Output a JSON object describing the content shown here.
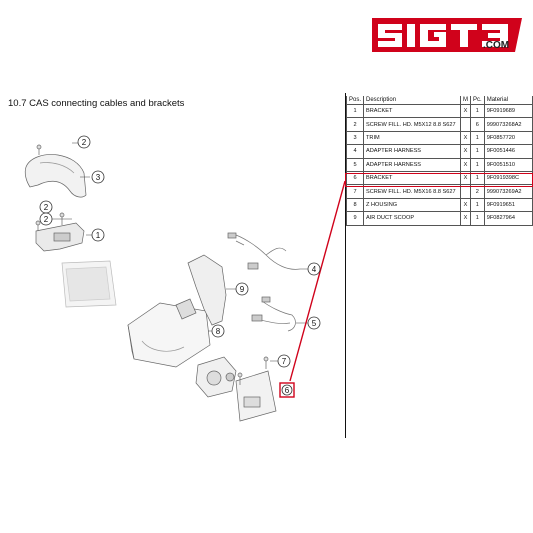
{
  "brand": {
    "logo_text": "SIGT3",
    "domain": ".COM",
    "accent": "#d0021b"
  },
  "section": {
    "title": "10.7  CAS connecting cables and brackets"
  },
  "table": {
    "headers": {
      "pos": "Pos.",
      "desc": "Description",
      "m": "M",
      "pc": "Pc.",
      "mat": "Material"
    },
    "rows": [
      {
        "pos": "1",
        "desc": "BRACKET",
        "m": "X",
        "pc": "1",
        "mat": "9F0919689"
      },
      {
        "pos": "2",
        "desc": "SCREW FILL. HD. M5X12 8.8 S627",
        "m": "",
        "pc": "6",
        "mat": "999073268A2"
      },
      {
        "pos": "3",
        "desc": "TRIM",
        "m": "X",
        "pc": "1",
        "mat": "9F0857720"
      },
      {
        "pos": "4",
        "desc": "ADAPTER HARNESS",
        "m": "X",
        "pc": "1",
        "mat": "9F0051446"
      },
      {
        "pos": "5",
        "desc": "ADAPTER HARNESS",
        "m": "X",
        "pc": "1",
        "mat": "9F0051510"
      },
      {
        "pos": "6",
        "desc": "BRACKET",
        "m": "X",
        "pc": "1",
        "mat": "9F0919398C"
      },
      {
        "pos": "7",
        "desc": "SCREW FILL. HD. M5X16 8.8 S627",
        "m": "",
        "pc": "2",
        "mat": "999073269A2"
      },
      {
        "pos": "8",
        "desc": "Z HOUSING",
        "m": "X",
        "pc": "1",
        "mat": "9F0919651"
      },
      {
        "pos": "9",
        "desc": "AIR DUCT SCOOP",
        "m": "X",
        "pc": "1",
        "mat": "9F0827964"
      }
    ],
    "highlighted_row": "6"
  },
  "callouts": [
    "2",
    "3",
    "2",
    "2",
    "1",
    "4",
    "9",
    "5",
    "8",
    "7",
    "6"
  ]
}
